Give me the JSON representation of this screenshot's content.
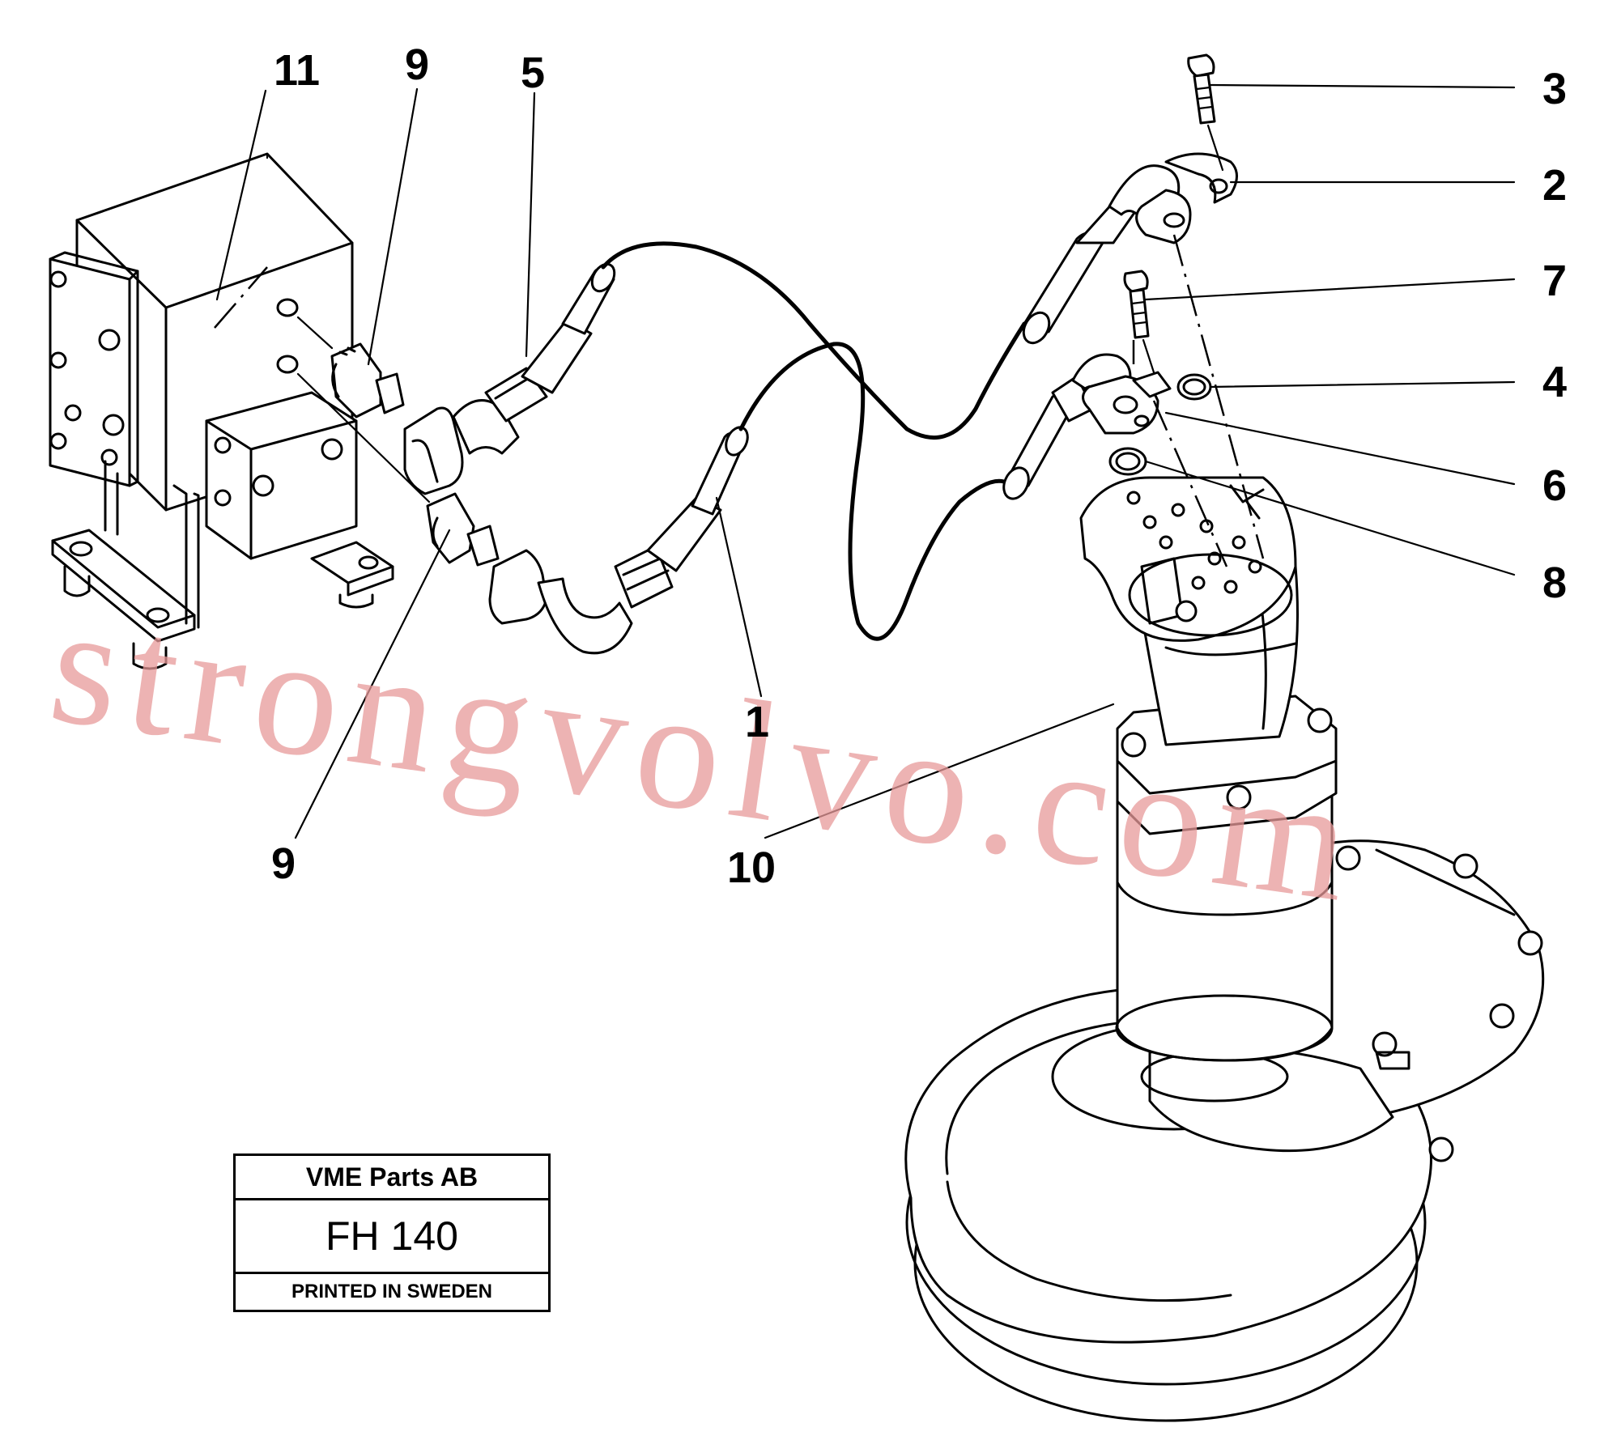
{
  "diagram": {
    "callouts": [
      {
        "id": "c11",
        "label": "11"
      },
      {
        "id": "c9a",
        "label": "9"
      },
      {
        "id": "c5",
        "label": "5"
      },
      {
        "id": "c3",
        "label": "3"
      },
      {
        "id": "c2",
        "label": "2"
      },
      {
        "id": "c7",
        "label": "7"
      },
      {
        "id": "c4",
        "label": "4"
      },
      {
        "id": "c6",
        "label": "6"
      },
      {
        "id": "c8",
        "label": "8"
      },
      {
        "id": "c1",
        "label": "1"
      },
      {
        "id": "c9b",
        "label": "9"
      },
      {
        "id": "c10",
        "label": "10"
      }
    ]
  },
  "title_block": {
    "company": "VME Parts AB",
    "model": "FH 140",
    "printed": "PRINTED IN SWEDEN"
  },
  "watermark": "strongvolvo.com"
}
